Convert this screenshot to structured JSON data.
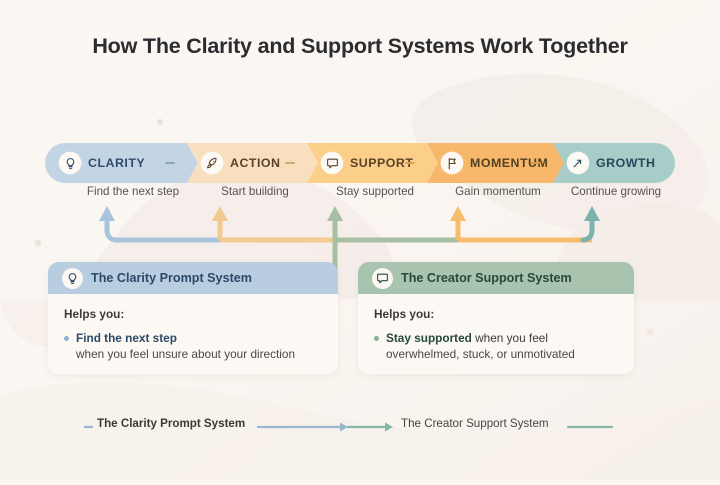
{
  "page": {
    "title": "How The Clarity and Support Systems  Work Together",
    "background_color": "#faf6f2"
  },
  "pipeline": {
    "steps": [
      {
        "label": "CLARITY",
        "caption": "Find the next step",
        "icon": "lightbulb-icon",
        "fill": "#c3d5e4",
        "text_color": "#2f4c6b",
        "separator_color": "#8aa6c0"
      },
      {
        "label": "ACTION",
        "caption": "Start building",
        "icon": "rocket-icon",
        "fill": "#f7dfc0",
        "text_color": "#5a4328",
        "separator_color": "#d2a873"
      },
      {
        "label": "SUPPORT",
        "caption": "Stay supported",
        "icon": "speech-bubble-icon",
        "fill": "#fbce8a",
        "text_color": "#5a4328",
        "separator_color": "#d8a357"
      },
      {
        "label": "MOMENTUM",
        "caption": "Gain momentum",
        "icon": "flag-icon",
        "fill": "#f7b86b",
        "text_color": "#55401f",
        "separator_color": "#d79a4c"
      },
      {
        "label": "GROWTH",
        "caption": "Continue growing",
        "icon": "trend-up-icon",
        "fill": "#a8ccc7",
        "text_color": "#24485a",
        "separator_color": "#6fa59d"
      }
    ]
  },
  "connectors": {
    "arrow_colors": [
      "#a8c4dc",
      "#f3c98f",
      "#a7bfa3",
      "#f6bd6b",
      "#7cb3ac"
    ],
    "down_color": "#a7bfa3"
  },
  "cards": [
    {
      "title": "The Clarity Prompt System",
      "icon": "lightbulb-icon",
      "helps_label": "Helps you:",
      "bullet_strong": "Find the next step",
      "bullet_rest": "",
      "bullet_sub": "when you feel unsure about your direction",
      "header_color": "#b9cde0",
      "title_color": "#2b4a68",
      "dot_color": "#8fb0cf"
    },
    {
      "title": "The Creator Support System",
      "icon": "speech-bubble-icon",
      "helps_label": "Helps you:",
      "bullet_strong": "Stay supported",
      "bullet_rest": " when you feel",
      "bullet_sub": "overwhelmed, stuck, or unmotivated",
      "header_color": "#a8c4ae",
      "title_color": "#27493b",
      "dot_color": "#87b392"
    }
  ],
  "legend": {
    "left_label": "The Clarity Prompt System",
    "right_label": "The Creator Support System",
    "left_color": "#9ab6d2",
    "right_color": "#86b6a5"
  }
}
